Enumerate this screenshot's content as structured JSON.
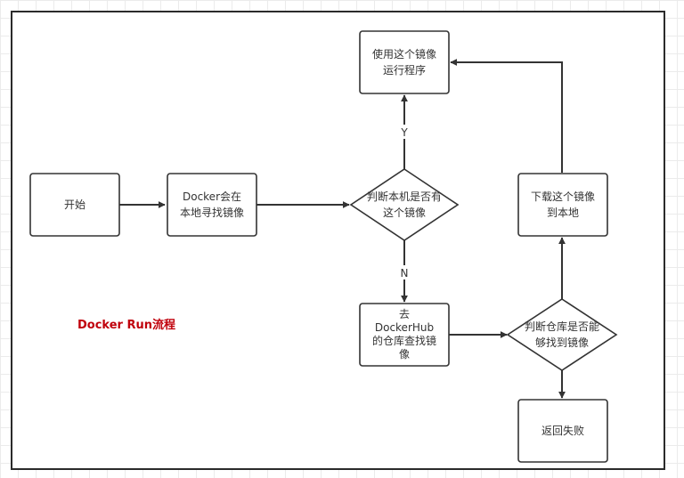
{
  "title": "Docker Run流程",
  "nodes": {
    "start": [
      "开始"
    ],
    "search_local": [
      "Docker会在",
      "本地寻找镜像"
    ],
    "check_local": [
      "判断本机是否有",
      "这个镜像"
    ],
    "use_image": [
      "使用这个镜像",
      "运行程序"
    ],
    "download": [
      "下载这个镜像",
      "到本地"
    ],
    "go_hub": [
      "去",
      "DockerHub",
      "的仓库查找镜",
      "像"
    ],
    "check_hub": [
      "判断仓库是否能",
      "够找到镜像"
    ],
    "fail": [
      "返回失败"
    ]
  },
  "edge_labels": {
    "yes": "Y",
    "no": "N"
  },
  "colors": {
    "title": "#c0000b",
    "stroke": "#333333"
  }
}
